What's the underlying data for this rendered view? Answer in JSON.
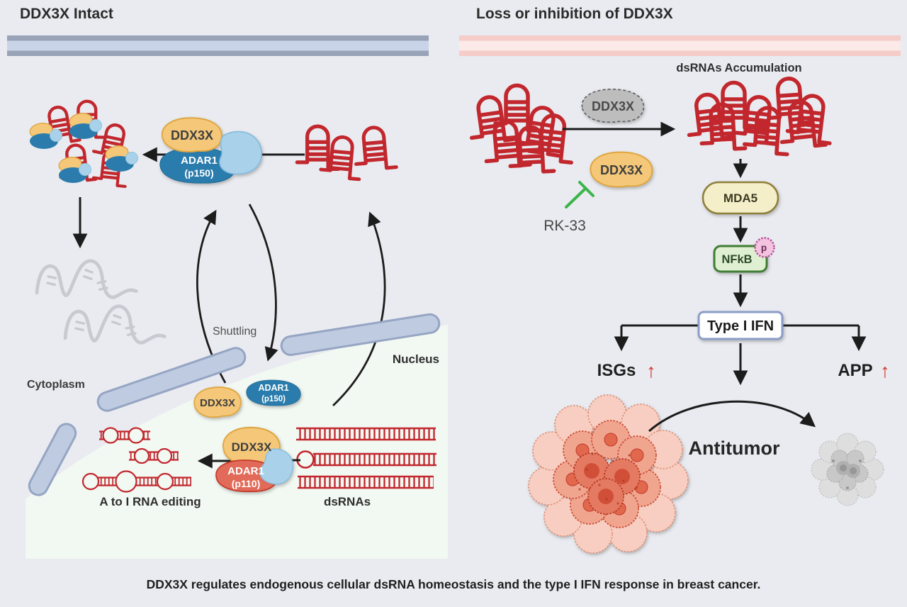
{
  "colors": {
    "background": "#E9EBF0",
    "rna_red": "#C1272D",
    "rna_gray": "#C7CBD1",
    "ddx3x_orange": "#F5C879",
    "adar1_p150_blue": "#2B7CAC",
    "adar1_p110_red": "#E16A58",
    "cofactor_lightblue": "#A9D2EA",
    "ddx3x_lost_gray": "#BDBDBD",
    "inhibitor_green": "#3CB54A",
    "mda5_fill": "#F4EFC9",
    "nfkb_fill": "#DFF0D2",
    "phospho_pink": "#F3C3DF",
    "ifn_border": "#8B9DC7",
    "upregulated_red": "#D42B27",
    "left_bar": "#98A3B8",
    "left_bar_light": "#CAD4E8",
    "right_bar": "#F5CCC7",
    "right_bar_light": "#FBEAE7",
    "membrane": "#BFCBE0",
    "nucleus_fill": "#F2F8F2"
  },
  "left_panel": {
    "title": "DDX3X Intact",
    "complex_top": {
      "ddx3x": "DDX3X",
      "adar1_line1": "ADAR1",
      "adar1_line2": "(p150)"
    },
    "shuttling": "Shuttling",
    "cytoplasm": "Cytoplasm",
    "nucleus": "Nucleus",
    "nucleus_ddx3x": "DDX3X",
    "nucleus_adar1_line1": "ADAR1",
    "nucleus_adar1_line2": "(p150)",
    "complex_nuc": {
      "ddx3x": "DDX3X",
      "adar1_line1": "ADAR1",
      "adar1_line2": "(p110)"
    },
    "a_to_i": "A to I RNA editing",
    "dsrnas": "dsRNAs"
  },
  "right_panel": {
    "title": "Loss or inhibition of DDX3X",
    "accumulation": "dsRNAs Accumulation",
    "ddx3x_lost": "DDX3X",
    "ddx3x_inhibited": "DDX3X",
    "rk33": "RK-33",
    "mda5": "MDA5",
    "nfkb": "NFkB",
    "phospho": "p",
    "type_i_ifn": "Type I IFN",
    "isgs": "ISGs",
    "isgs_up_icon": "↑",
    "app": "APP",
    "app_up_icon": "↑",
    "antitumor": "Antitumor"
  },
  "caption": "DDX3X regulates endogenous cellular dsRNA homeostasis and the type I IFN response in breast cancer."
}
